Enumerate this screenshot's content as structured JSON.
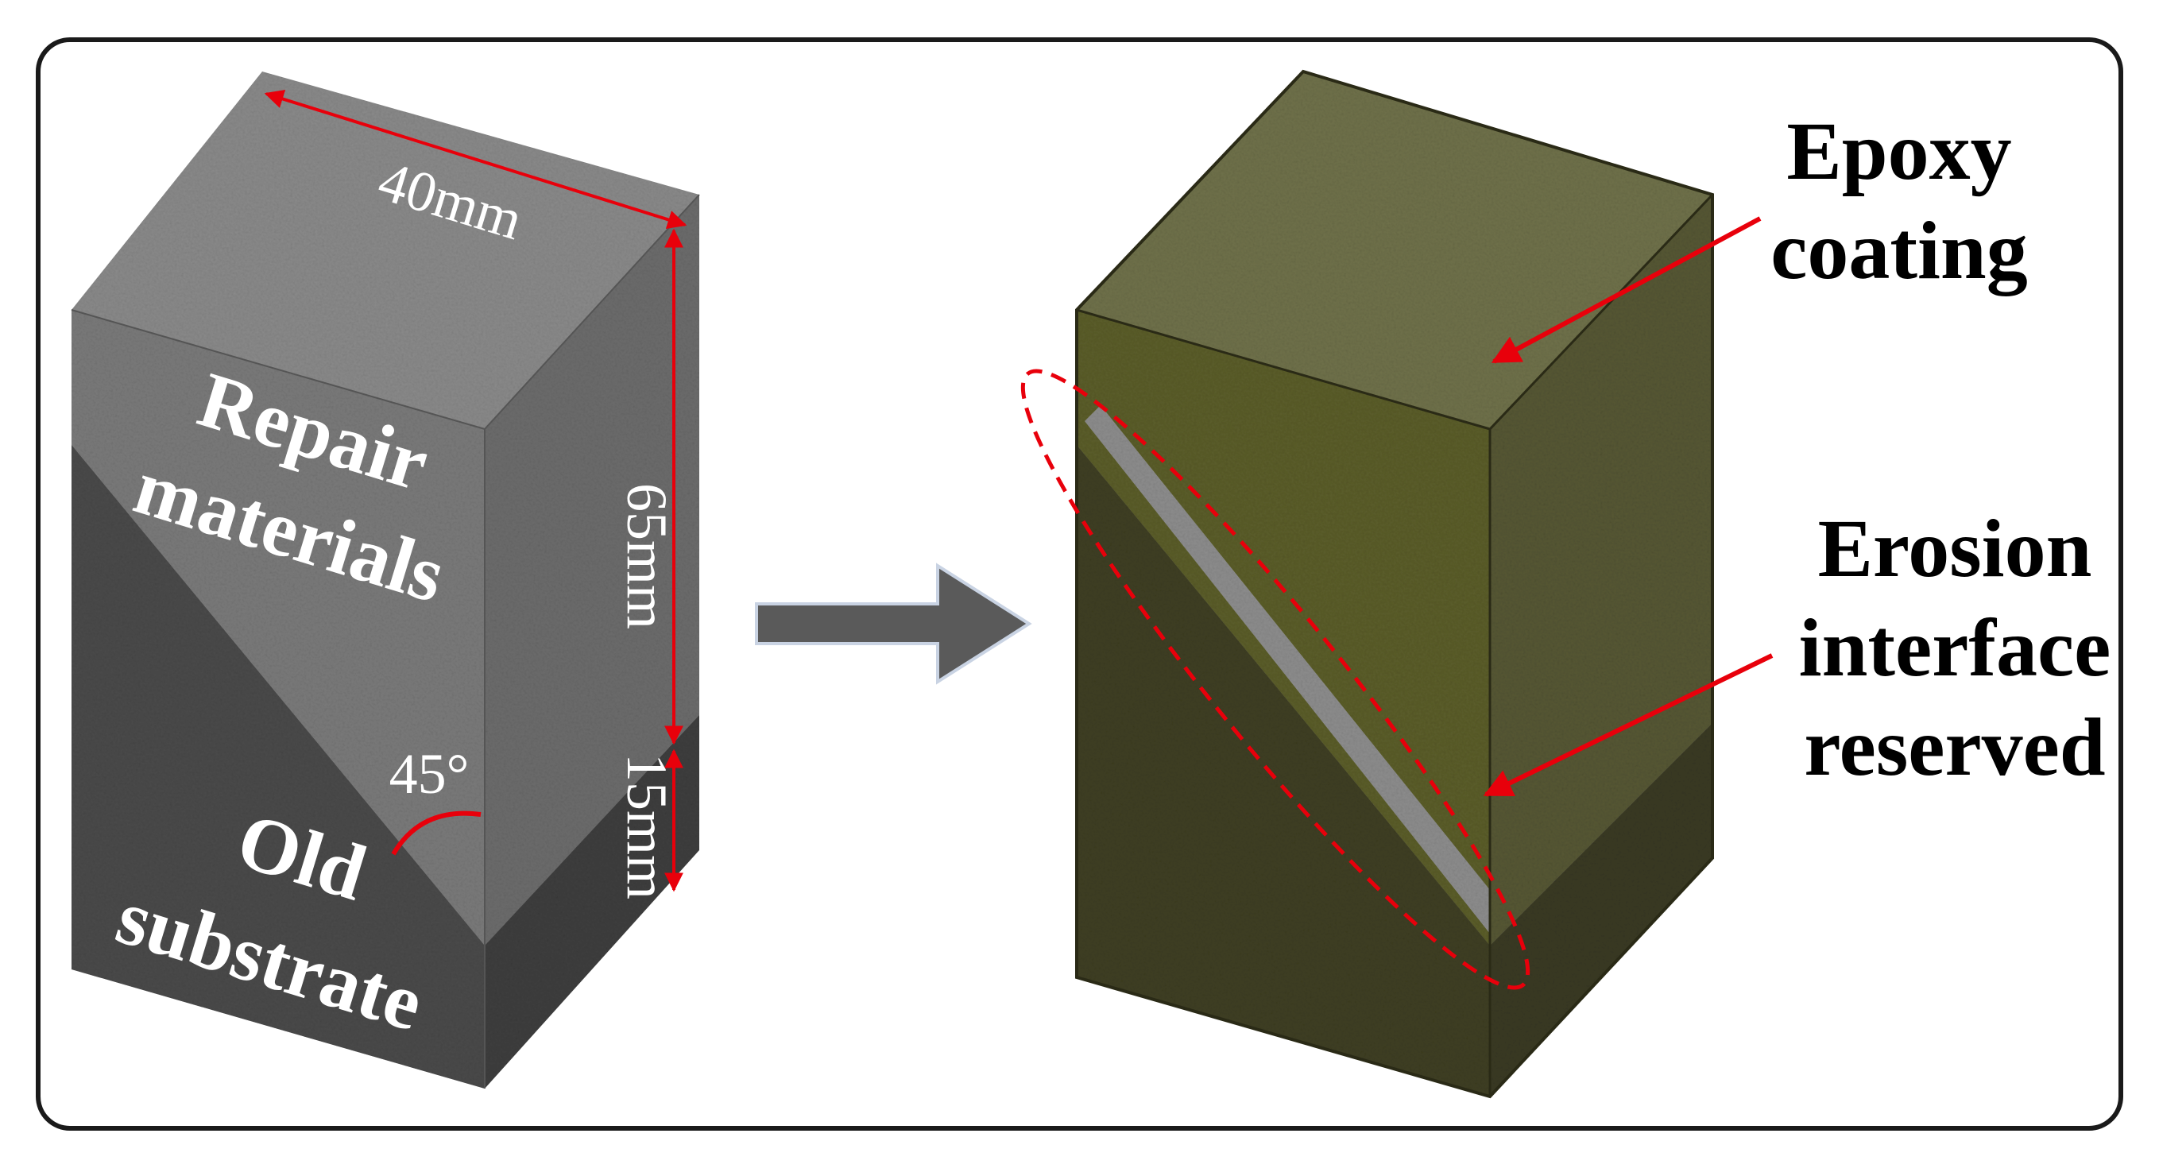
{
  "left_block": {
    "width_label": "40mm",
    "height_top_label": "65mm",
    "height_bottom_label": "15mm",
    "angle_label": "45°",
    "repair_line1": "Repair",
    "repair_line2": "materials",
    "old_line1": "Old",
    "old_line2": "substrate"
  },
  "right_block": {
    "epoxy_line1": "Epoxy",
    "epoxy_line2": "coating",
    "erosion_line1": "Erosion",
    "erosion_line2": "interface",
    "erosion_line3": "reserved"
  },
  "colors": {
    "frame": "#1a1a1a",
    "annotation_red": "#e8000b",
    "arrow_gray": "#5a5a5a",
    "repair_top": "#8a8a8a",
    "repair_front": "#7a7a7a",
    "repair_side": "#6c6c6c",
    "substrate_front": "#4a4a4a",
    "substrate_side": "#3e3e3e",
    "epoxy_tint": "#5b5d2a"
  }
}
